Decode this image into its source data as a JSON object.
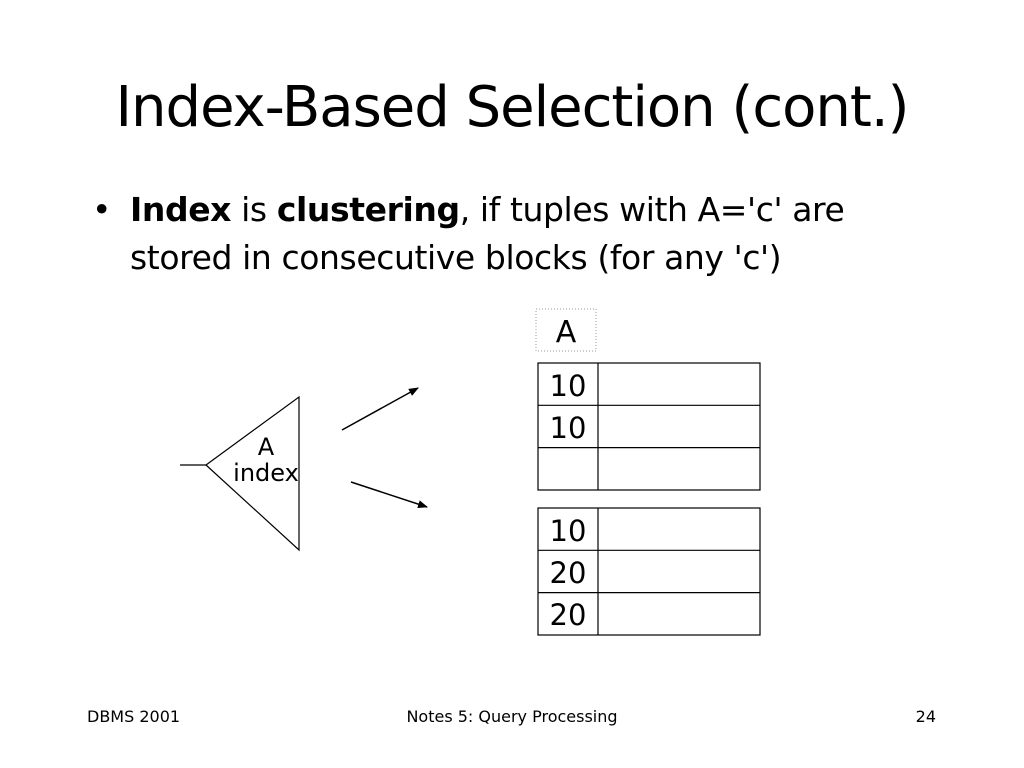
{
  "slide": {
    "title": "Index-Based Selection (cont.)",
    "bullet": {
      "marker": "•",
      "term": "Index",
      "connector": " is ",
      "keyword": "clustering",
      "rest": ", if tuples with A='c' are stored in consecutive blocks (for any 'c')"
    }
  },
  "diagram": {
    "column_header": "A",
    "index_label_line1": "A",
    "index_label_line2": "index",
    "block1": [
      "10",
      "10",
      ""
    ],
    "block2": [
      "10",
      "20",
      "20"
    ]
  },
  "footer": {
    "left": "DBMS 2001",
    "center": "Notes 5: Query Processing",
    "right": "24"
  }
}
